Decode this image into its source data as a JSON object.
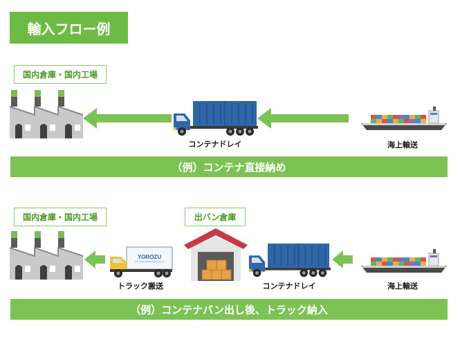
{
  "title": "輸入フロー例",
  "flow1": {
    "destination_tag": "国内倉庫・国内工場",
    "drayage_label": "コンテナドレイ",
    "sea_label": "海上輸送",
    "banner": "（例）コンテナ直接納め"
  },
  "flow2": {
    "destination_tag": "国内倉庫・国内工場",
    "devanning_tag": "出バン倉庫",
    "truck_label": "トラック搬送",
    "truck_logo": "YOROZU",
    "drayage_label": "コンテナドレイ",
    "sea_label": "海上輸送",
    "banner": "（例）コンテナバン出し後、トラック納入"
  },
  "colors": {
    "accent_green": "#6dbb45",
    "arrow_green": "#7cc254",
    "container_blue": "#2f66a8",
    "warehouse_red": "#c63b45"
  }
}
